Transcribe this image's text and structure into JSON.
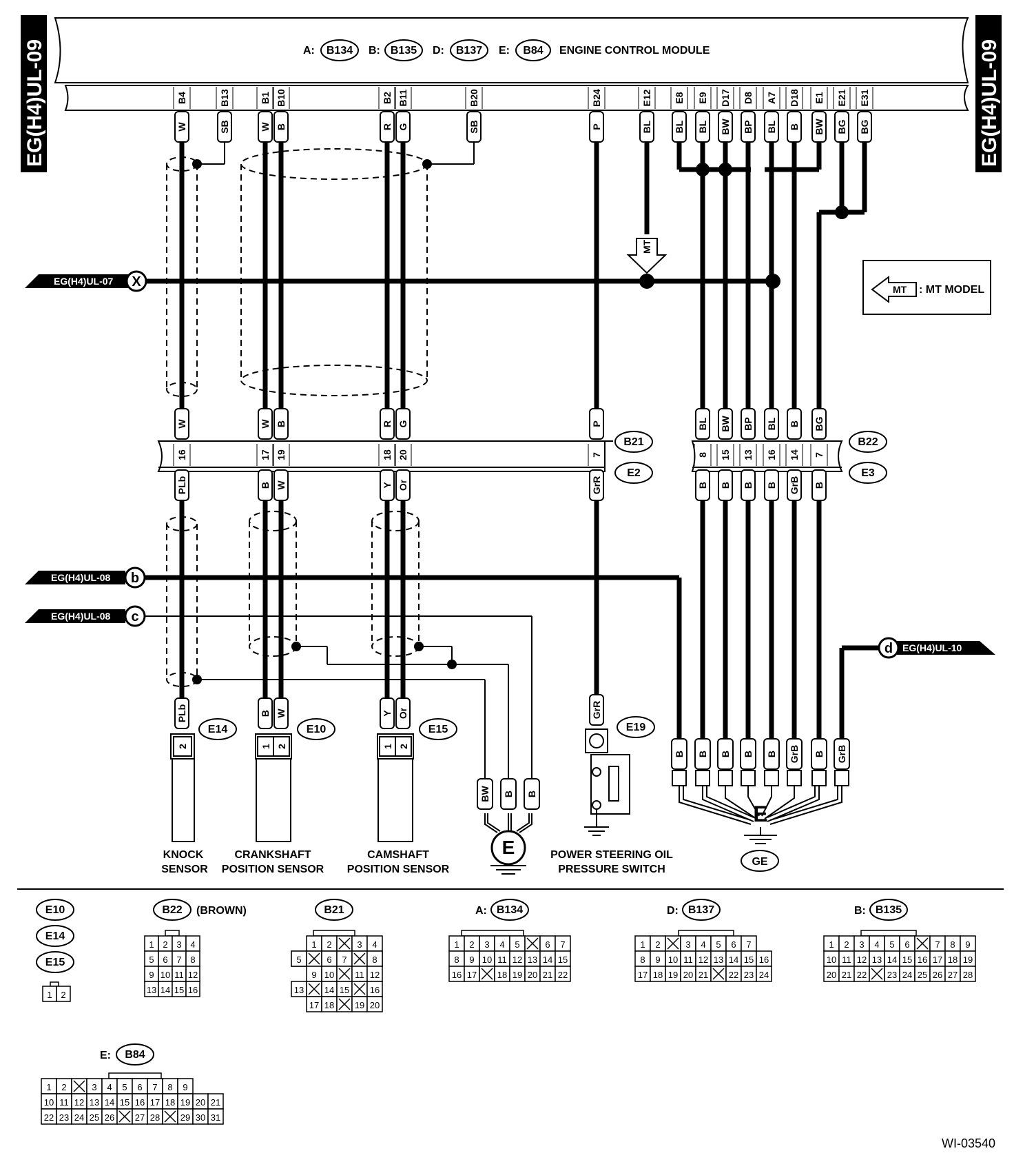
{
  "diagram_id": "WI-03540",
  "page_ref": "EG(H4)UL-09",
  "ecm": {
    "title": "ENGINE CONTROL MODULE",
    "connectors": [
      {
        "letter": "A:",
        "id": "B134"
      },
      {
        "letter": "B:",
        "id": "B135"
      },
      {
        "letter": "D:",
        "id": "B137"
      },
      {
        "letter": "E:",
        "id": "B84"
      }
    ],
    "pins": [
      "B4",
      "B13",
      "B1",
      "B10",
      "B2",
      "B11",
      "B20",
      "B24",
      "E12",
      "E8",
      "E9",
      "D17",
      "D8",
      "A7",
      "D18",
      "E1",
      "E21",
      "E31"
    ],
    "wire_colors": [
      "W",
      "SB",
      "W",
      "B",
      "R",
      "G",
      "SB",
      "P",
      "BL",
      "BL",
      "BL",
      "BW",
      "BP",
      "BL",
      "B",
      "BW",
      "BG",
      "BG"
    ]
  },
  "cross_refs": {
    "x": {
      "label": "EG(H4)UL-07",
      "letter": "X"
    },
    "b": {
      "label": "EG(H4)UL-08",
      "letter": "b"
    },
    "c": {
      "label": "EG(H4)UL-08",
      "letter": "c"
    },
    "d": {
      "label": "EG(H4)UL-10",
      "letter": "d"
    }
  },
  "mt_legend": {
    "icon": "MT",
    "text": ": MT MODEL"
  },
  "joint_b21": {
    "top_id": "B21",
    "bottom_id": "E2",
    "top_colors": [
      "W",
      "W",
      "B",
      "R",
      "G",
      "P"
    ],
    "pins": [
      "16",
      "17",
      "19",
      "18",
      "20",
      "7"
    ],
    "bottom_colors": [
      "PLb",
      "B",
      "W",
      "Y",
      "Or",
      "GrR"
    ]
  },
  "joint_b22": {
    "top_id": "B22",
    "bottom_id": "E3",
    "top_colors": [
      "BL",
      "BW",
      "BP",
      "BL",
      "B",
      "BG"
    ],
    "pins": [
      "8",
      "15",
      "13",
      "16",
      "14",
      "7"
    ],
    "bottom_colors": [
      "B",
      "B",
      "B",
      "B",
      "GrB",
      "B"
    ]
  },
  "sensors": {
    "knock": {
      "id": "E14",
      "line1": "KNOCK",
      "line2": "SENSOR",
      "color": "PLb",
      "pins": [
        "2"
      ]
    },
    "crank": {
      "id": "E10",
      "line1": "CRANKSHAFT",
      "line2": "POSITION SENSOR",
      "colors": [
        "B",
        "W"
      ],
      "pins": [
        "1",
        "2"
      ]
    },
    "cam": {
      "id": "E15",
      "line1": "CAMSHAFT",
      "line2": "POSITION SENSOR",
      "colors": [
        "Y",
        "Or"
      ],
      "pins": [
        "1",
        "2"
      ]
    },
    "ps": {
      "id": "E19",
      "line1": "POWER STEERING OIL",
      "line2": "PRESSURE SWITCH",
      "color": "GrR"
    }
  },
  "ground_small": {
    "letter": "E",
    "colors": [
      "BW",
      "B",
      "B"
    ]
  },
  "ground_big": {
    "letter": "E",
    "label": "GE",
    "colors": [
      "B",
      "B",
      "B",
      "B",
      "B",
      "GrB",
      "B",
      "GrB"
    ]
  },
  "mt_marker": "MT",
  "connector_views": {
    "e_group": {
      "ids": [
        "E10",
        "E14",
        "E15"
      ],
      "rows": [
        [
          "1",
          "2"
        ]
      ]
    },
    "b22": {
      "id": "B22",
      "note": "(BROWN)",
      "rows": [
        [
          "1",
          "2",
          "3",
          "4"
        ],
        [
          "5",
          "6",
          "7",
          "8"
        ],
        [
          "9",
          "10",
          "11",
          "12"
        ],
        [
          "13",
          "14",
          "15",
          "16"
        ]
      ]
    },
    "b21": {
      "id": "B21",
      "rows": [
        [
          "1",
          "2",
          "",
          "3",
          "4"
        ],
        [
          "5",
          "",
          "6",
          "7",
          "",
          "8"
        ],
        [
          "9",
          "10",
          "",
          "11",
          "12"
        ],
        [
          "13",
          "",
          "14",
          "15",
          "",
          "16"
        ],
        [
          "17",
          "18",
          "",
          "19",
          "20"
        ]
      ]
    },
    "b134": {
      "letter": "A:",
      "id": "B134",
      "rows": [
        [
          "1",
          "2",
          "3",
          "4",
          "5",
          "",
          "6",
          "7"
        ],
        [
          "8",
          "9",
          "10",
          "11",
          "12",
          "13",
          "14",
          "15"
        ],
        [
          "16",
          "17",
          "",
          "18",
          "19",
          "20",
          "21",
          "22"
        ]
      ]
    },
    "b137": {
      "letter": "D:",
      "id": "B137",
      "rows": [
        [
          "1",
          "2",
          "",
          "3",
          "4",
          "5",
          "6",
          "7"
        ],
        [
          "8",
          "9",
          "10",
          "11",
          "12",
          "13",
          "14",
          "15",
          "16"
        ],
        [
          "17",
          "18",
          "19",
          "20",
          "21",
          "",
          "22",
          "23",
          "24"
        ]
      ]
    },
    "b135": {
      "letter": "B:",
      "id": "B135",
      "rows": [
        [
          "1",
          "2",
          "3",
          "4",
          "5",
          "6",
          "",
          "7",
          "8",
          "9"
        ],
        [
          "10",
          "11",
          "12",
          "13",
          "14",
          "15",
          "16",
          "17",
          "18",
          "19"
        ],
        [
          "20",
          "21",
          "22",
          "",
          "23",
          "24",
          "25",
          "26",
          "27",
          "28"
        ]
      ]
    },
    "b84": {
      "letter": "E:",
      "id": "B84",
      "rows": [
        [
          "1",
          "2",
          "",
          "3",
          "4",
          "5",
          "6",
          "7",
          "8",
          "9"
        ],
        [
          "10",
          "11",
          "12",
          "13",
          "14",
          "15",
          "16",
          "17",
          "18",
          "19",
          "20",
          "21"
        ],
        [
          "22",
          "23",
          "24",
          "25",
          "26",
          "",
          "27",
          "28",
          "",
          "29",
          "30",
          "31"
        ]
      ]
    }
  }
}
